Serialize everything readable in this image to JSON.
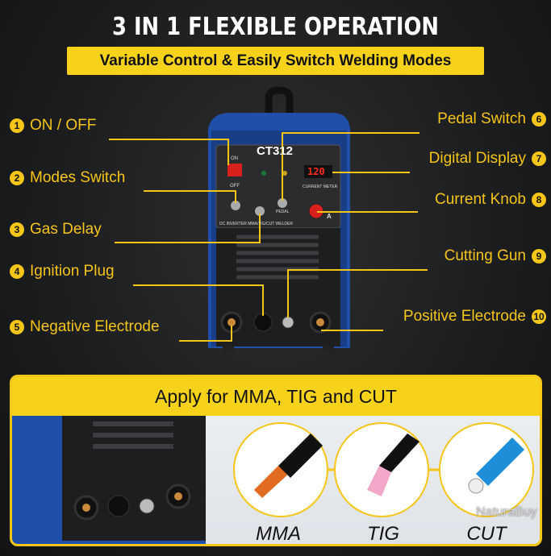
{
  "header": {
    "title": "3 IN 1 FLEXIBLE OPERATION",
    "subtitle": "Variable Control & Easily Switch Welding Modes"
  },
  "callouts_left": [
    {
      "num": "1",
      "label": "ON / OFF"
    },
    {
      "num": "2",
      "label": "Modes Switch"
    },
    {
      "num": "3",
      "label": "Gas Delay"
    },
    {
      "num": "4",
      "label": "Ignition Plug"
    },
    {
      "num": "5",
      "label": "Negative Electrode"
    }
  ],
  "callouts_right": [
    {
      "num": "6",
      "label": "Pedal Switch"
    },
    {
      "num": "7",
      "label": "Digital Display"
    },
    {
      "num": "8",
      "label": "Current Knob"
    },
    {
      "num": "9",
      "label": "Cutting Gun"
    },
    {
      "num": "10",
      "label": "Positive Electrode"
    }
  ],
  "machine": {
    "model": "CT312",
    "on": "ON",
    "off": "OFF",
    "display": "120",
    "meter": "CURRENT METER",
    "panel_text": "DC INVERTER MMA/TIG/CUT WELDER",
    "pedal": "PEDAL",
    "amp_unit": "A"
  },
  "bottom": {
    "title": "Apply for MMA, TIG and CUT",
    "tools": [
      "MMA",
      "TIG",
      "CUT"
    ],
    "watermark": "NaturaBuy"
  },
  "colors": {
    "accent": "#f5c518",
    "body_blue": "#1f4fa8",
    "background": "#1b1c1e"
  }
}
